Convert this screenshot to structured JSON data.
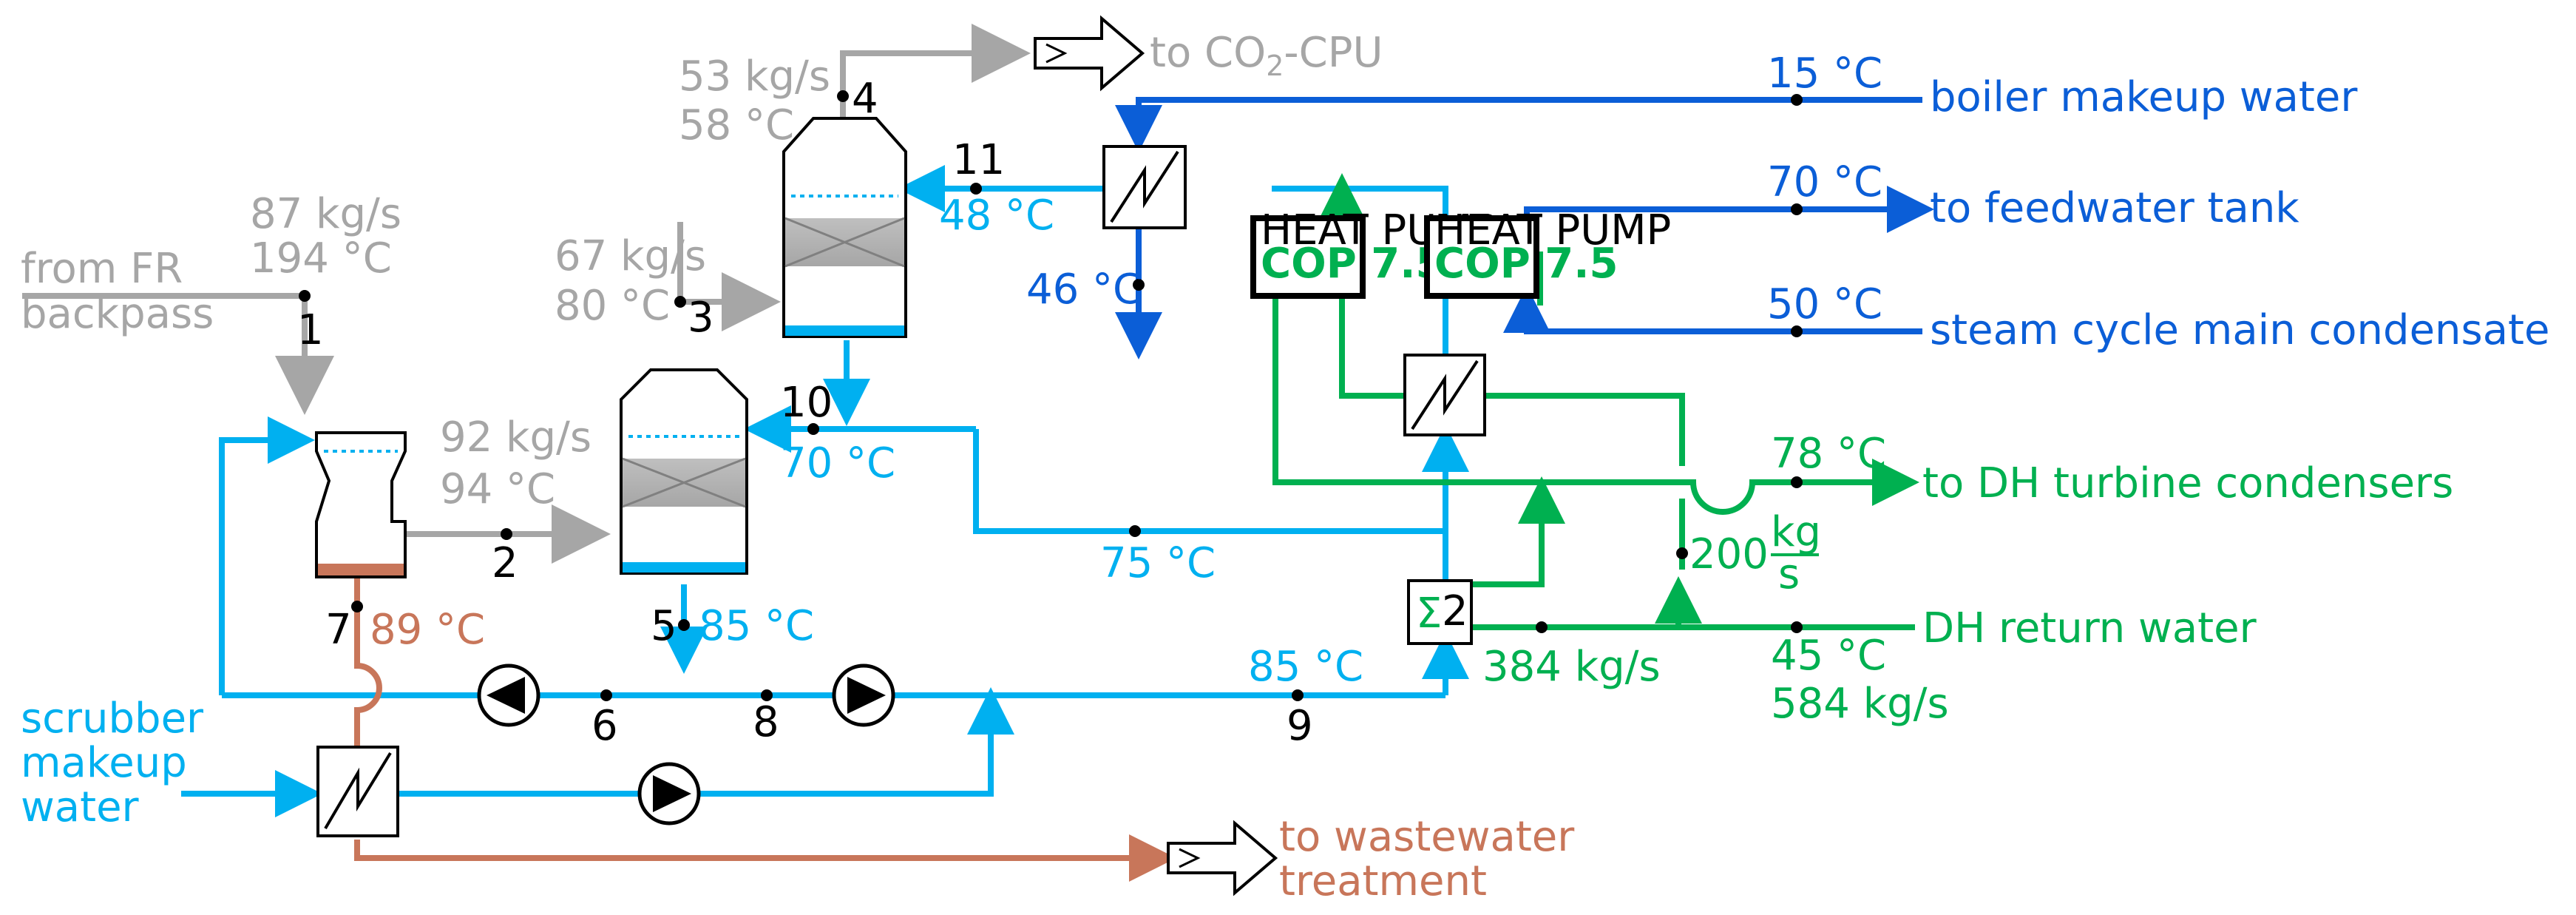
{
  "colors": {
    "flue_gas": "#a6a6a6",
    "scrubber_water": "#00b0f0",
    "boiler_water": "#0b5ed7",
    "district_heating": "#00b050",
    "wastewater": "#c8765a"
  },
  "labels": {
    "from_fr": "from FR",
    "backpass": "backpass",
    "flow1": "87 kg/s",
    "temp1": "194 °C",
    "node1": "1",
    "flow2": "92 kg/s",
    "temp2": "94 °C",
    "node2": "2",
    "flow3": "67 kg/s",
    "temp3": "80 °C",
    "node3": "3",
    "flow4": "53 kg/s",
    "temp4": "58 °C",
    "node4": "4",
    "to_cpu": "to CO",
    "to_cpu_sub": "2",
    "to_cpu_end": "-CPU",
    "node5": "5",
    "temp5": "85 °C",
    "node6": "6",
    "node7": "7",
    "temp7": "89 °C",
    "node8": "8",
    "node9": "9",
    "temp9": "85 °C",
    "node10": "10",
    "temp10": "70 °C",
    "node11": "11",
    "temp11": "48 °C",
    "temp46": "46 °C",
    "temp75": "75 °C",
    "temp15": "15 °C",
    "boiler_makeup": "boiler makeup water",
    "temp70": "70 °C",
    "to_feedwater": "to feedwater tank",
    "temp50": "50 °C",
    "steam_condensate": "steam cycle main condensate",
    "heat_pump": "HEAT PUMP",
    "cop": "COP 7.5",
    "temp78": "78 °C",
    "to_dh": "to DH turbine condensers",
    "flow200": "200",
    "flow200_num": "kg",
    "flow200_den": "s",
    "flow384": "384 kg/s",
    "dh_return": "DH return water",
    "temp45": "45 °C",
    "flow584": "584 kg/s",
    "scrubber": "scrubber",
    "makeup": "makeup",
    "water": "water",
    "to_ww": "to wastewater",
    "treatment": "treatment",
    "mixer_digit": "2"
  }
}
